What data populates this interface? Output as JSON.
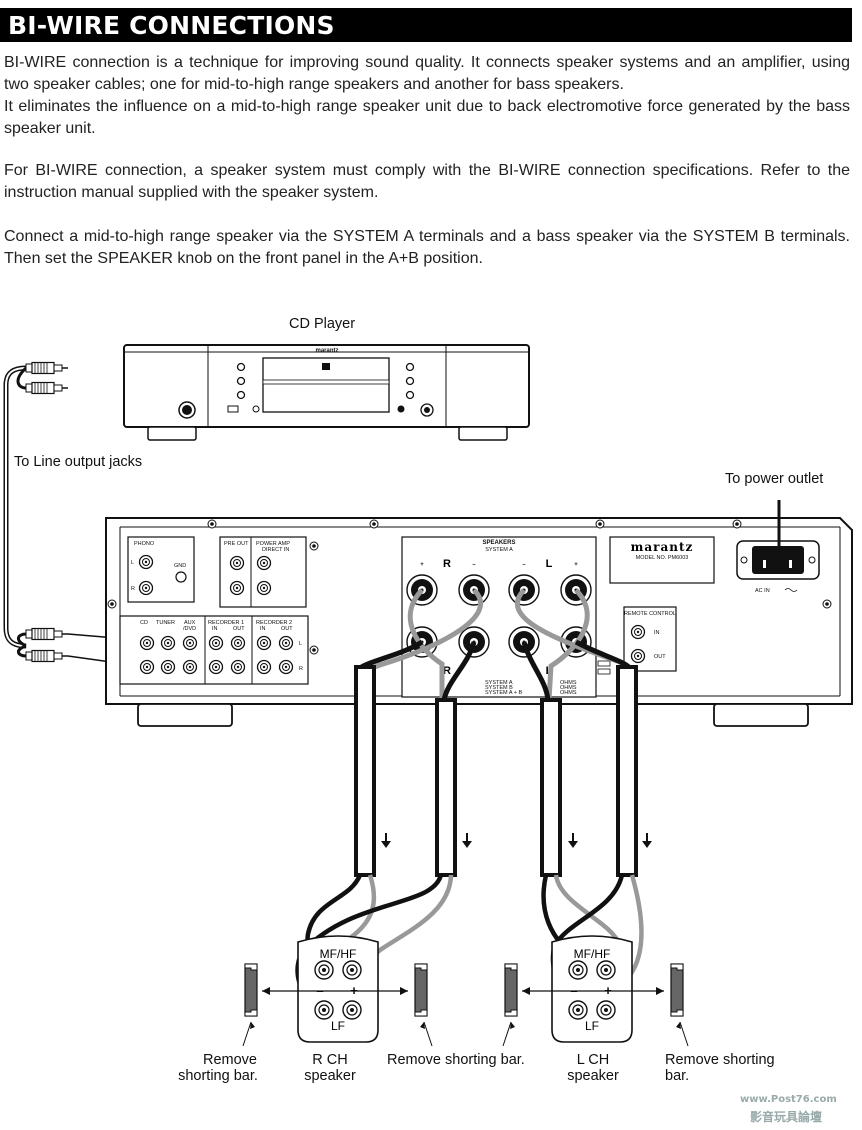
{
  "heading": "BI-WIRE CONNECTIONS",
  "paragraphs": [
    "BI-WIRE connection is a technique for improving sound quality. It connects speaker systems and an amplifier, using two speaker cables; one for mid-to-high range speakers and another for bass speakers.",
    "It eliminates the influence on a mid-to-high range speaker unit due to back electromotive force generated by the bass speaker unit.",
    "For BI-WIRE connection, a speaker system must comply with the BI-WIRE connection specifications. Refer to the instruction manual supplied with the speaker system.",
    "Connect a mid-to-high range speaker via the SYSTEM A terminals and a bass speaker via the SYSTEM B terminals. Then set the SPEAKER knob on the front panel in the A+B position."
  ],
  "labels": {
    "cd_player": "CD Player",
    "line_output": "To Line output jacks",
    "power_outlet": "To power outlet",
    "remove_left_1": "Remove",
    "remove_left_2": "shorting bar.",
    "rch_1": "R CH",
    "rch_2": "speaker",
    "remove_mid": "Remove shorting bar.",
    "lch_1": "L CH",
    "lch_2": "speaker",
    "remove_right_1": "Remove shorting",
    "remove_right_2": "bar."
  },
  "panel_text": {
    "brand": "marantz",
    "model": "MODEL NO. PM6003",
    "speakers": "SPEAKERS",
    "system_a": "SYSTEM A",
    "ac_in": "AC IN",
    "phono": "PHONO",
    "gnd": "GND",
    "pre_out": "PRE OUT",
    "power_amp": "POWER AMP",
    "direct_in": "DIRECT IN",
    "cd": "CD",
    "tuner": "TUNER",
    "aux": "AUX",
    "dvd": "/DVD",
    "recorder1": "RECORDER 1",
    "recorder2": "RECORDER 2",
    "in": "IN",
    "out": "OUT",
    "remote_control": "REMOTE CONTROL",
    "r": "R",
    "l": "L",
    "plus": "+",
    "minus": "–",
    "systems": [
      "SYSTEM  A",
      "SYSTEM  B",
      "SYSTEM  A + B"
    ],
    "ohms": "OHMS",
    "mfhf": "MF/HF",
    "lf": "LF"
  },
  "watermark": [
    "www.Post76.com",
    "影音玩具論壇"
  ]
}
